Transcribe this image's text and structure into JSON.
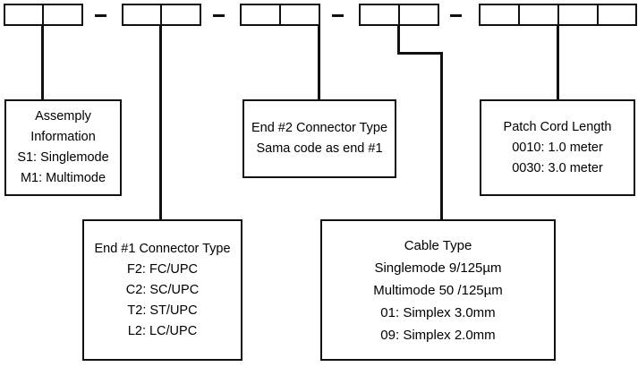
{
  "assembly_box": {
    "lines": [
      "Assemply",
      "Information",
      "S1: Singlemode",
      "M1: Multimode"
    ]
  },
  "end1_box": {
    "title": "End #1 Connector Type",
    "lines": [
      "F2: FC/UPC",
      "C2: SC/UPC",
      "T2: ST/UPC",
      "L2: LC/UPC"
    ]
  },
  "end2_box": {
    "title": "End #2 Connector Type",
    "lines": [
      "Sama code as end  #1"
    ]
  },
  "cable_box": {
    "title": "Cable Type",
    "lines": [
      "Singlemode 9/125µm",
      "Multimode 50 /125µm",
      "01: Simplex 3.0mm",
      "09: Simplex 2.0mm"
    ]
  },
  "length_box": {
    "title": "Patch Cord Length",
    "lines": [
      "0010: 1.0 meter",
      "0030: 3.0 meter"
    ]
  }
}
